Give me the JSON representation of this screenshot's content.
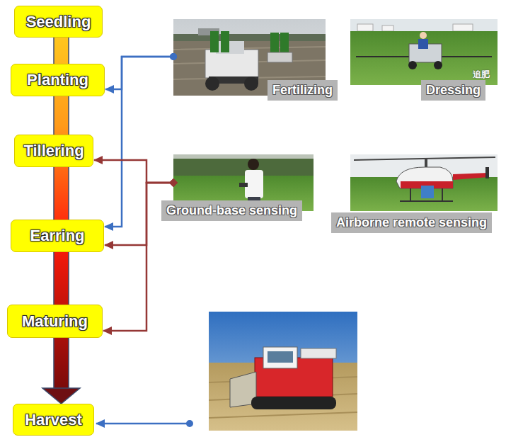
{
  "diagram": {
    "nodes": [
      {
        "text": [
          "Seedling"
        ]
      },
      {
        "text": [
          "Planting"
        ]
      },
      {
        "text": [
          "Fertilizing"
        ]
      },
      {
        "text": [
          "Dressing"
        ]
      },
      {
        "text": [
          "Tillering"
        ]
      },
      {
        "text": [
          "Ground-base sensing"
        ]
      },
      {
        "text": [
          "Airborne remote sensing"
        ]
      },
      {
        "text": [
          "Earring"
        ]
      },
      {
        "text": [
          "Maturing"
        ]
      },
      {
        "text": [
          "Harvest"
        ]
      }
    ],
    "edges": [
      {
        "from": 2,
        "to": 1,
        "arrow": "to"
      },
      {
        "from": 2,
        "to": 7,
        "arrow": "to"
      },
      {
        "from": 5,
        "to": 4,
        "arrow": "to"
      },
      {
        "from": 5,
        "to": 7,
        "arrow": "to"
      },
      {
        "from": 5,
        "to": 8,
        "arrow": "to"
      }
    ],
    "labels": [
      "追肥"
    ]
  }
}
